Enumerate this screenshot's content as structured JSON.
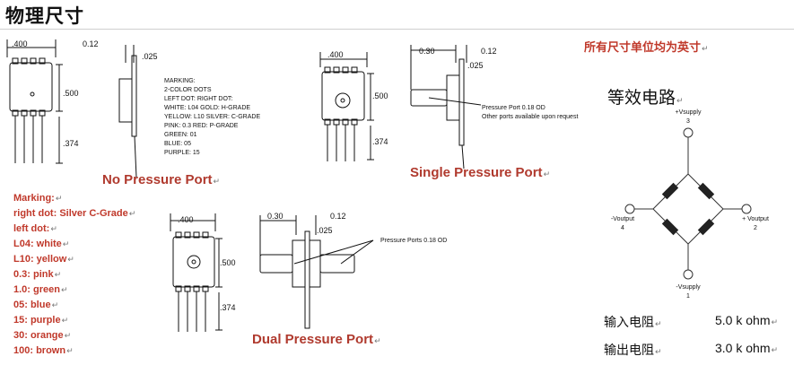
{
  "title": "物理尺寸",
  "units_note": "所有尺寸单位均为英寸",
  "equivalent_circuit_title": "等效电路",
  "packages": {
    "none": {
      "caption": "No Pressure Port",
      "dims": {
        "width": ".400",
        "height": ".500",
        "lead": ".374",
        "offset": "0.12",
        "thick": ".025"
      },
      "marking_lines": [
        "MARKING:",
        "2-COLOR DOTS",
        "LEFT DOT:        RIGHT DOT:",
        "WHITE: L04     GOLD:  H-GRADE",
        "YELLOW: L10   SILVER: C-GRADE",
        "PINK: 0.3    RED:  P-GRADE",
        "GREEN: 01",
        "BLUE: 05",
        "PURPLE: 15"
      ]
    },
    "single": {
      "caption": "Single Pressure Port",
      "dims": {
        "width": ".400",
        "height": ".500",
        "lead": ".374",
        "a": "0.30",
        "b": "0.12",
        "thick": ".025"
      },
      "note_lines": [
        "Pressure Port 0.18 OD",
        "Other ports available upon request"
      ]
    },
    "dual": {
      "caption": "Dual Pressure Port",
      "dims": {
        "width": ".400",
        "height": ".500",
        "lead": ".374",
        "a": "0.30",
        "b": "0.12",
        "thick": ".025"
      },
      "note": "Pressure Ports 0.18 OD"
    }
  },
  "legend": [
    "Marking:",
    "right dot:  Silver  C-Grade",
    "left dot:",
    "L04: white",
    "L10: yellow",
    "0.3: pink",
    "1.0: green",
    "05: blue",
    "15: purple",
    "30: orange",
    "100: brown"
  ],
  "circuit": {
    "top_label": "+Vsupply",
    "top_num": "3",
    "left_label": "-Voutput",
    "left_num": "4",
    "right_label": "+ Voutput",
    "right_num": "2",
    "bottom_label": "-Vsupply",
    "bottom_num": "1"
  },
  "resistance": [
    {
      "label": "输入电阻",
      "value": "5.0 k ohm"
    },
    {
      "label": "输出电阻",
      "value": "3.0 k ohm"
    }
  ]
}
